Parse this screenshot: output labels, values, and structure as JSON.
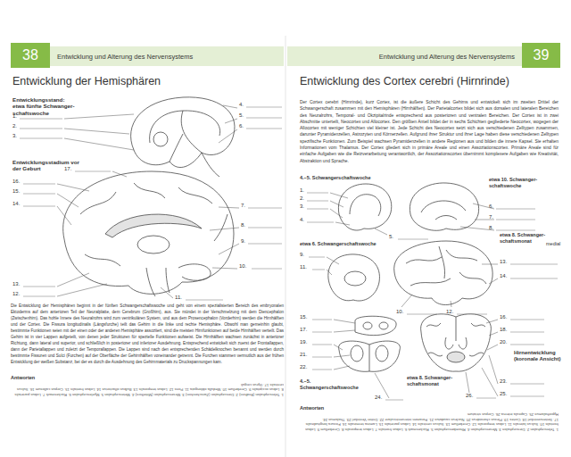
{
  "diagram": {
    "nodes": [
      {
        "text": [
          "38"
        ]
      },
      {
        "text": [
          "Entwicklung und Alterung des Nervensystems"
        ]
      },
      {
        "text": [
          "Entwicklung und Alterung des Nervensystems"
        ]
      },
      {
        "text": [
          "39"
        ]
      }
    ],
    "labels": [
      "Entwicklung der Hemisphären",
      "Entwicklungsstand: etwa fünfte Schwanger- schaftswoche",
      "1.",
      "2.",
      "3.",
      "4.",
      "5.",
      "6.",
      "Entwicklungsstadium vor der Geburt",
      "17.",
      "16.",
      "15.",
      "14.",
      "7.",
      "8.",
      "9.",
      "10.",
      "13.",
      "12.",
      "11.",
      "Die Entwicklung der Hemisphären beginnt in der fünften Schwangerschaftswoche und geht von einem spezialisierten Bereich des embryonalen Ektoderms auf dem anterioren Teil der Neuralplatte, dem Cerebrum (Großhirn), aus. Sie mündet in der Verschmelzung mit dem Diencephalon (Zwischenhirn). Das hohle Innere des Neuralrohrs wird zum ventrikulären System, und aus dem Prosencephalon (Vorderhirn) werden die Hirnhälften und der Cortex. Die Fissura longitudinalis (Längsfurche) teilt das Gehirn in die linke und rechte Hemisphäre. Obwohl man gemeinhin glaubt, bestimmte Funktionen seien mit der einen oder der anderen Hemisphäre assoziiert, sind die meisten Hirnfunktionen auf beide Hirnhälften verteilt. Das Gehirn ist in vier Lappen aufgeteilt, von denen jeder Strukturen für spezielle Funktionen aufweist. Die Hirnhälften wachsen zunächst in anteriorer Richtung, dann lateral und superior, und schließlich in posteriorer und inferiorer Ausdehnung. Entsprechend entwickelt sich zuerst der Frontallappen, dann der Parietallappen und zuletzt der Temporallappen. Die Lappen sind nach den entsprechenden Schädelknochen benannt und werden durch bestimmte Fissuren und Sulci (Furchen) auf der Oberfläche der Gehirnhälften voneinander getrennt. Die Furchen stammen vermutlich aus der frühen Entwicklung der weißen Substanz, bei der es durch die Ausdehnung des Gehirnmaterials zu Druckspannungen kam.",
      "Antworten",
      "1. Telencephalon (Endhirn) 2. Diencephalon (Zwischenhirn) 3. Mesencephalon (Mittelhirn) 4. Metencephalon 5. Myelencephalon 6. Rückenmark 7. Lobus parietalis 8. Lobus occipitalis 9. Cerebellum 10. Medulla oblongata 11. Pons 12. Lobus temporalis 13. Bulbus olfactorius 14. Lobus frontalis 15. Corpus callosum 16. Sulcus centralis 17. Gyrus cinguli",
      "Entwicklung des Cortex cerebri (Hirnrinde)",
      "Der Cortex cerebri (Hirnrinde), kurz Cortex, ist die äußere Schicht des Gehirns und entwickelt sich im zweiten Drittel der Schwangerschaft zusammen mit den Hemisphären (Hirnhälften). Der Parietalcortex bildet sich aus dorsalen und lateralen Bereichen des Neuralrohrs, Temporal- und Okzipitalrinde entsprechend aus posterioren und ventralen Bereichen. Der Cortex ist in zwei Abschnitte unterteilt, Neocortex und Allocortex. Den größten Anteil bildet der in sechs Schichten gegliederte Neocortex, wogegen der Allocortex mit weniger Schichten viel kleiner ist. Jede Schicht des Neocortex setzt sich aus verschiedenen Zelltypen zusammen, darunter Pyramidenzellen, Astrozyten und Körnerzellen. Aufgrund ihrer Struktur und ihrer Lage haben diese verschiedenen Zelltypen spezifische Funktionen. Zum Beispiel wachsen Pyramidenzellen in andere Regionen aus und bilden die innere Kapsel. Sie erhalten Informationen vom Thalamus. Der Cortex gliedert sich in primäre Areale und einen Assoziationscortex. Primäre Areale sind für einfache Aufgaben wie die Reizverarbeitung verantwortlich, der Assoziationscortex übernimmt komplexere Aufgaben wie Kreativität, Abstraktion und Sprache.",
      "4.–5. Schwangerschaftswoche",
      "1.",
      "2.",
      "3.",
      "4.",
      "5.",
      "etwa 10. Schwanger- schaftswoche",
      "6.",
      "7.",
      "8.",
      "etwa 6. Schwangerschaftswoche",
      "etwa 8. Schwanger- schaftsmonat",
      "medial",
      "9.",
      "10.",
      "11.",
      "12.",
      "13.",
      "14.",
      "15.",
      "16.",
      "17.",
      "18.",
      "19.",
      "20.",
      "21.",
      "22.",
      "Hirnentwicklung (koronale Ansicht)",
      "4.–5. Schwangerschaftswoche",
      "etwa 8. Schwanger- schaftsmonat",
      "23.",
      "24.",
      "25.",
      "26.",
      "Antworten",
      "1. Telencephalon 2. Diencephalon 3. Mesencephalon 4. Rhombencephalon 5. Rückenmark 6. Lobus frontalis 7. Lobus temporalis 8. Cerebellum 9. Lobus frontalis 10. Sulcus lateralis 11. Lobus temporalis 12. Cerebellum 13. Sulcus centralis 14. Lobus parietalis 15. Lamina terminalis 16. Fissura longitudinalis 17. Seitenventrikel 18. Cortex 19. Plexus choroideus 20. Nucleus caudatus 21. Foramen interventriculare 22. Dritter Ventrikel 23. Thalamus 24. Hypothalamus 25. Capsula interna 26. Corpus striatum"
    ]
  }
}
